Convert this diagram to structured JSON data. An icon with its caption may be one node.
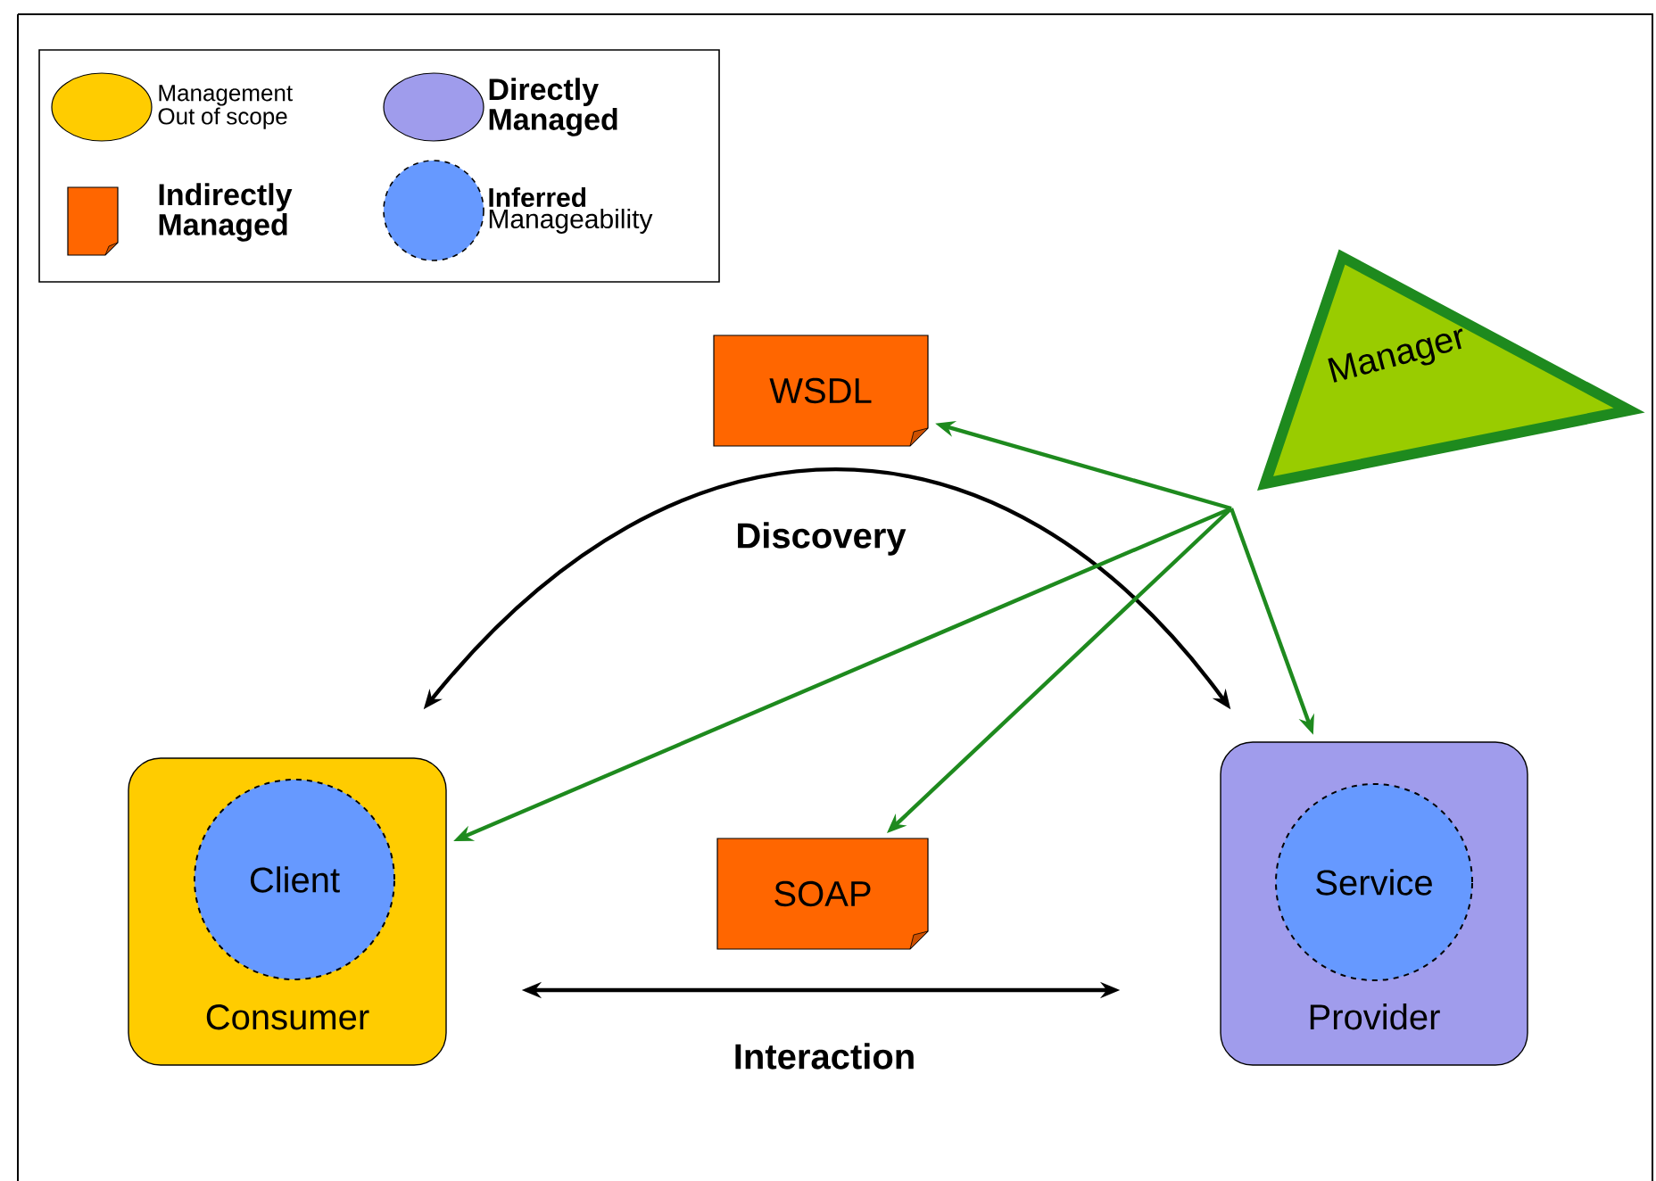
{
  "diagram": {
    "nodes": [
      {
        "text": [
          "Manager"
        ]
      },
      {
        "text": [
          "WSDL"
        ]
      },
      {
        "text": [
          "SOAP"
        ]
      },
      {
        "text": [
          "Consumer"
        ]
      },
      {
        "text": [
          "Client"
        ],
        "in": 3
      },
      {
        "text": [
          "Provider"
        ]
      },
      {
        "text": [
          "Service"
        ],
        "in": 5
      }
    ],
    "edges": [
      {
        "from": 3,
        "to": 5,
        "arrow": "both",
        "label": "Discovery",
        "color": "#000000"
      },
      {
        "from": 3,
        "to": 5,
        "arrow": "both",
        "label": "Interaction",
        "color": "#000000"
      },
      {
        "from": 0,
        "to": 1,
        "arrow": "to"
      },
      {
        "from": 0,
        "to": 3,
        "arrow": "to"
      },
      {
        "from": 0,
        "to": 2,
        "arrow": "to"
      },
      {
        "from": 0,
        "to": 5,
        "arrow": "to"
      }
    ],
    "legend": [
      {
        "text": "Management Out of scope",
        "color": "#ffcc00"
      },
      {
        "text": "Directly Managed",
        "color": "#9f9cec"
      },
      {
        "text": "Indirectly Managed",
        "color": "#ff6600"
      },
      {
        "text": "**Inferred** Manageability",
        "color": "#6699ff"
      }
    ]
  }
}
